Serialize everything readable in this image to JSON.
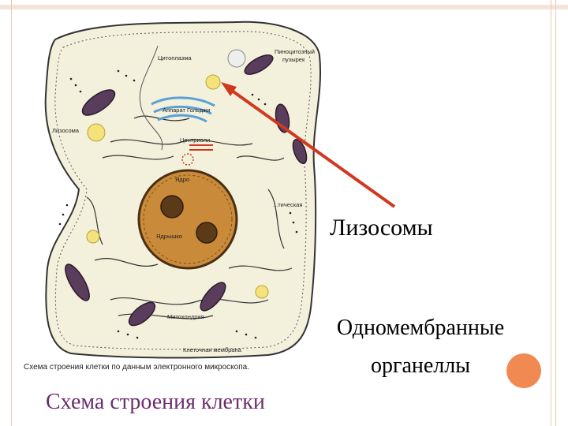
{
  "diagram_labels": {
    "cytoplasm": "Цитоплазма",
    "pinocytic_vesicle_1": "Пиноцитозный",
    "pinocytic_vesicle_2": "пузырек",
    "golgi": "Аппарат Гольджи",
    "lysosome": "Лизосома",
    "centrioles": "Центриоли",
    "nucleus_1": "Ядро",
    "nucleolus": "Ядрышко",
    "er_fragment": "...тическая",
    "mitochondrion": "Митохондрия",
    "cell_membrane": "Клеточная мембрана"
  },
  "figure_caption": "Схема строения клетки по данным электронного микроскопа.",
  "slide_title": "Схема строения клетки",
  "callout": "Лизосомы",
  "group_label": [
    "Одномембранные",
    "органеллы"
  ],
  "colors": {
    "arrow": "#d0391f",
    "title": "#6b2d6b",
    "accent_dot": "#f08a52",
    "nucleus": "#c98a3a",
    "mitochondria": "#5a3d5c",
    "lysosome": "#f5e27a",
    "golgi": "#5aa0d8"
  }
}
